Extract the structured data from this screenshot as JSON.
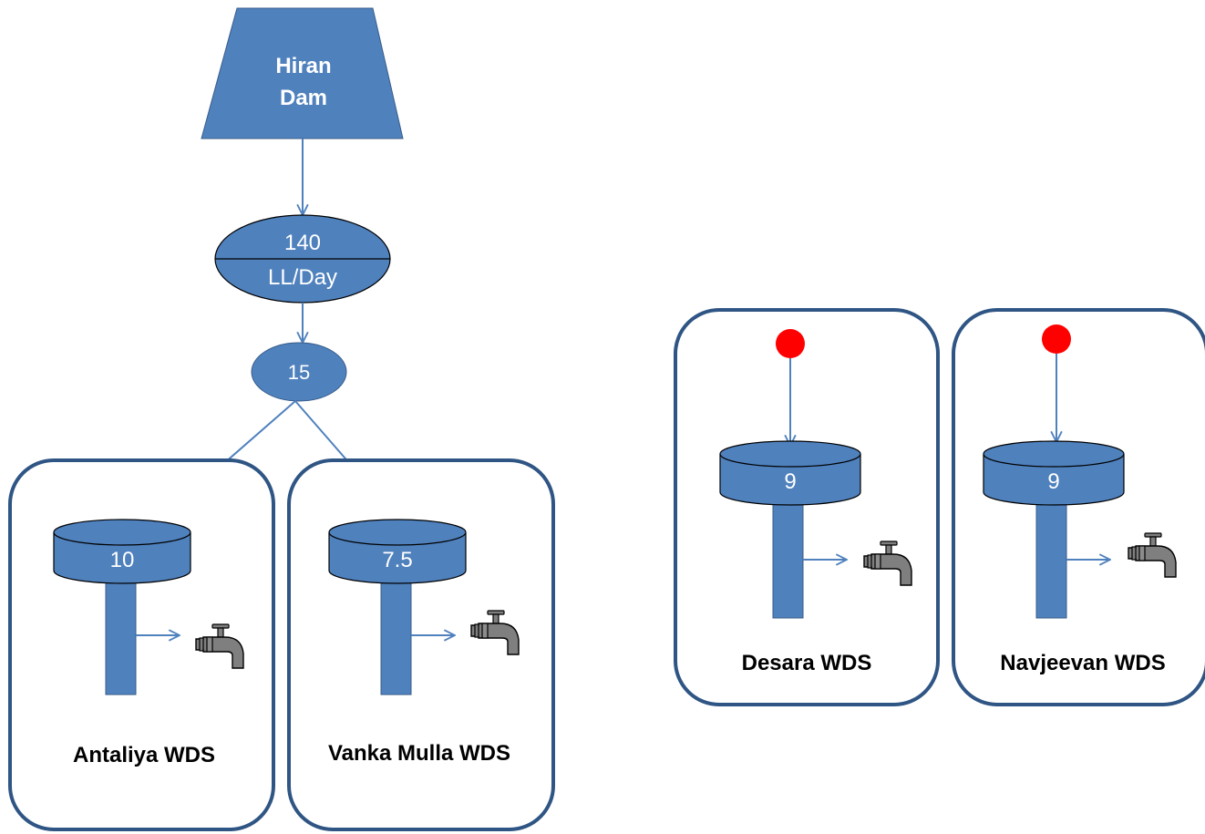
{
  "dam": {
    "line1": "Hiran",
    "line2": "Dam"
  },
  "flow": {
    "value": "140",
    "unit": "LL/Day"
  },
  "junction": {
    "value": "15"
  },
  "stations": [
    {
      "name": "Antaliya WDS",
      "capacity": "10"
    },
    {
      "name": "Vanka Mulla WDS",
      "capacity": "7.5"
    },
    {
      "name": "Desara WDS",
      "capacity": "9"
    },
    {
      "name": "Navjeevan WDS",
      "capacity": "9"
    }
  ],
  "colors": {
    "fill": "#4f81bd",
    "stroke": "#385d8a",
    "box_border": "#2f5584",
    "source_dot": "#ff0000",
    "tap": "#7f7f7f"
  }
}
